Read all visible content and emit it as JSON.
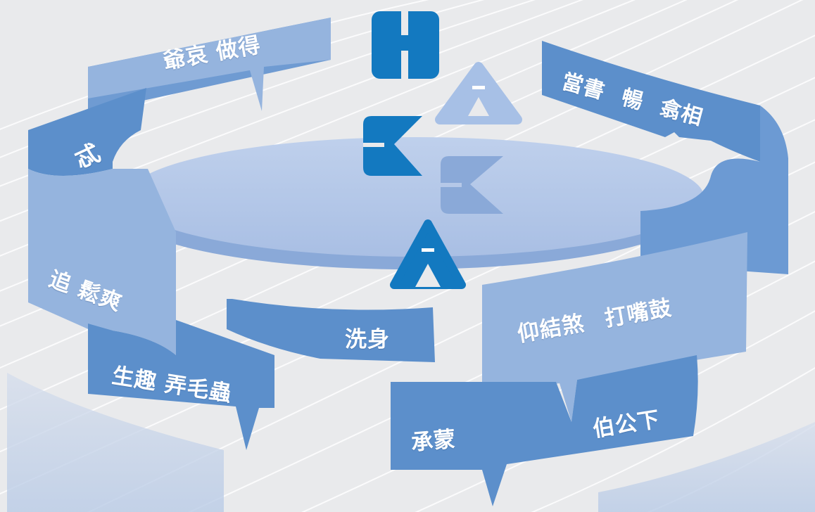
{
  "labels": {
    "top_left": "爺哀 做得",
    "left_upper": "忒",
    "top_right": "當書 暢 翕相",
    "left_lower": "追 鬆爽",
    "center_ribbon": "洗身",
    "bottom_left": "生趣 弄毛蟲",
    "right_middle": "仰結煞 打嘴鼓",
    "bottom_right_a": "承蒙",
    "bottom_right_b": "伯公下"
  },
  "logo_letters": {
    "h": "H",
    "a1": "A",
    "k1": "K",
    "k2": "K",
    "a2": "A"
  },
  "colors": {
    "dark_blue": "#1379c0",
    "mid_blue": "#5c8fcb",
    "light_blue": "#93b2dc",
    "disc_blue": "#b5c8e8",
    "pale_blue": "#cfdcf0",
    "background": "#e9eaec"
  }
}
